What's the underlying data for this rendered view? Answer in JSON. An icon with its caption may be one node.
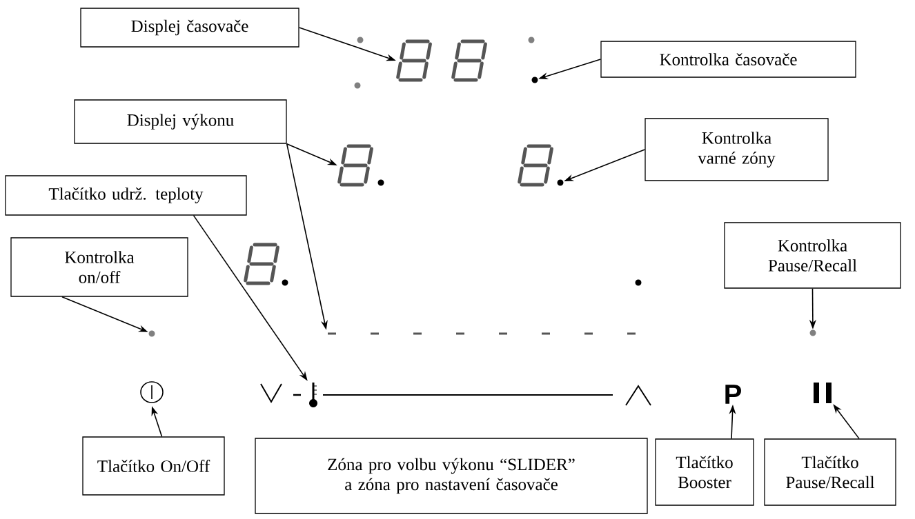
{
  "diagram": {
    "nodes": [
      {
        "text": [
          "Displej časovače"
        ]
      },
      {
        "text": [
          "Kontrolka časovače"
        ]
      },
      {
        "text": [
          "Displej výkonu"
        ]
      },
      {
        "text": [
          "Kontrolka varné zóny"
        ]
      },
      {
        "text": [
          "Tlačítko udrž. teploty"
        ]
      },
      {
        "text": [
          "Kontrolka on/off"
        ]
      },
      {
        "text": [
          "Kontrolka Pause/Recall"
        ]
      },
      {
        "text": [
          "Tlačítko On/Off"
        ]
      },
      {
        "text": [
          "Zóna pro volbu výkonu “SLIDER” a zóna pro nastavení časovače"
        ]
      },
      {
        "text": [
          "Tlačítko Booster"
        ]
      },
      {
        "text": [
          "Tlačítko Pause/Recall"
        ]
      },
      {
        "text": [],
        "shape": "display"
      },
      {
        "text": [],
        "shape": "dot"
      },
      {
        "text": [],
        "shape": "display"
      },
      {
        "text": [],
        "shape": "dot"
      },
      {
        "text": [],
        "shape": "dot"
      },
      {
        "text": [],
        "shape": "bar"
      },
      {
        "text": [],
        "shape": "thermometer"
      },
      {
        "text": [],
        "shape": "dot"
      },
      {
        "text": [],
        "shape": "circle"
      },
      {
        "text": [
          "P"
        ]
      },
      {
        "text": [],
        "shape": "pause"
      }
    ],
    "edges": [
      {
        "from": 0,
        "to": 11,
        "arrow": "to"
      },
      {
        "from": 1,
        "to": 12,
        "arrow": "to"
      },
      {
        "from": 2,
        "to": 13,
        "arrow": "to"
      },
      {
        "from": 2,
        "to": 16,
        "arrow": "to"
      },
      {
        "from": 3,
        "to": 14,
        "arrow": "to"
      },
      {
        "from": 4,
        "to": 17,
        "arrow": "to"
      },
      {
        "from": 5,
        "to": 15,
        "arrow": "to"
      },
      {
        "from": 6,
        "to": 18,
        "arrow": "to"
      },
      {
        "from": 7,
        "to": 19,
        "arrow": "to"
      },
      {
        "from": 9,
        "to": 20,
        "arrow": "to"
      },
      {
        "from": 10,
        "to": 21,
        "arrow": "to"
      }
    ]
  }
}
